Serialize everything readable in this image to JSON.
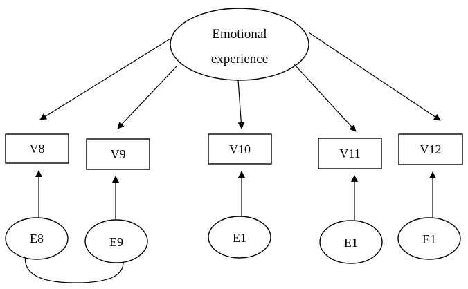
{
  "latent": {
    "line1": "Emotional",
    "line2": "experience"
  },
  "indicators": [
    "V8",
    "V9",
    "V10",
    "V11",
    "V12"
  ],
  "errors": [
    "E8",
    "E9",
    "E1",
    "E1",
    "E1"
  ]
}
